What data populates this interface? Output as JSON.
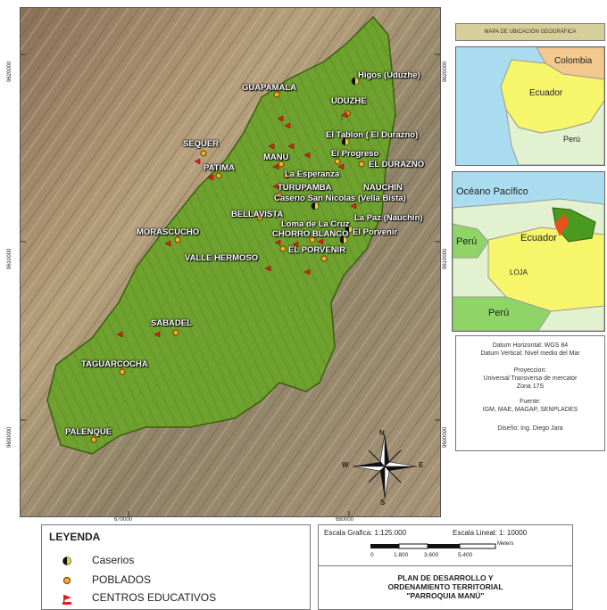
{
  "main_map": {
    "places": [
      {
        "name": "Higos (Uduzhe)",
        "type": "caserio"
      },
      {
        "name": "GUAPAMALA",
        "type": "poblado"
      },
      {
        "name": "UDUZHE",
        "type": "poblado"
      },
      {
        "name": "El Tablon ( El Durazno)",
        "type": "caserio"
      },
      {
        "name": "SEQUER",
        "type": "poblado"
      },
      {
        "name": "El Progreso",
        "type": "poblado"
      },
      {
        "name": "MANU",
        "type": "poblado"
      },
      {
        "name": "EL DURAZNO",
        "type": "poblado"
      },
      {
        "name": "PATIMA",
        "type": "poblado"
      },
      {
        "name": "La Esperanza",
        "type": "poblado"
      },
      {
        "name": "NAUCHIN",
        "type": "poblado"
      },
      {
        "name": "TURUPAMBA",
        "type": "poblado"
      },
      {
        "name": "Caserio San Nicolas (Vella Bista)",
        "type": "caserio"
      },
      {
        "name": "BELLAVISTA",
        "type": "poblado"
      },
      {
        "name": "La Paz (Nauchin)",
        "type": "caserio"
      },
      {
        "name": "Loma de La Cruz",
        "type": "poblado"
      },
      {
        "name": "El Porvenir",
        "type": "caserio"
      },
      {
        "name": "MORASCUCHO",
        "type": "poblado"
      },
      {
        "name": "CHORRO BLANCO",
        "type": "poblado"
      },
      {
        "name": "EL PORVENIR",
        "type": "poblado"
      },
      {
        "name": "VALLE HERMOSO",
        "type": "poblado"
      },
      {
        "name": "SABADEL",
        "type": "poblado"
      },
      {
        "name": "TAGUARCOCHA",
        "type": "poblado"
      },
      {
        "name": "PALENQUE",
        "type": "poblado"
      }
    ],
    "coords_left": [
      "9620000",
      "9610000",
      "9600000"
    ],
    "coords_right": [
      "9620000",
      "9610000",
      "9600000"
    ],
    "coords_bottom": [
      "670000",
      "680000"
    ],
    "compass": {
      "n": "N",
      "s": "S",
      "e": "E",
      "w": "W"
    },
    "colors": {
      "parish": "#6fa12e",
      "relief": "#9b8a6e",
      "caserio": "#e8d23c",
      "poblado": "#f0b030",
      "centro": "#e0201c"
    }
  },
  "location": {
    "title": "MAPA DE UBICACIÓN GEOGRÁFICA",
    "map1": {
      "country1": "Colombia",
      "country2": "Ecuador",
      "country3": "Perú"
    },
    "map2": {
      "ocean": "Océano Pacífico",
      "country1": "Perú",
      "country2": "Ecuador",
      "province": "LOJA",
      "country3": "Perú"
    }
  },
  "info": {
    "datum_h": "Datum Horizontal: WGS 84",
    "datum_v": "Datum Vertical: Nivel medio del Mar",
    "proj_title": "Proyeccion:",
    "proj_1": "Universal Transversa de mercator",
    "proj_2": "Zona 17S",
    "source_title": "Fuente:",
    "source": "IGM, MAE, MAGAP, SENPLADES",
    "design": "Diseño: Ing. Diego Jara"
  },
  "legend": {
    "title": "LEYENDA",
    "items": [
      "Caserios",
      "POBLADOS",
      "CENTROS EDUCATIVOS"
    ]
  },
  "scale": {
    "graphic": "Escala Grafica: 1:125.000",
    "lineal": "Escala Lineal: 1: 10000",
    "unit": "Meters",
    "ticks": [
      "0",
      "1.800",
      "3.600",
      "5.400"
    ]
  },
  "plan": {
    "line1": "PLAN DE DESARROLLO Y",
    "line2": "ORDENAMIENTO TERRITORIAL",
    "line3": "\"PARROQUIA MANÚ\""
  }
}
